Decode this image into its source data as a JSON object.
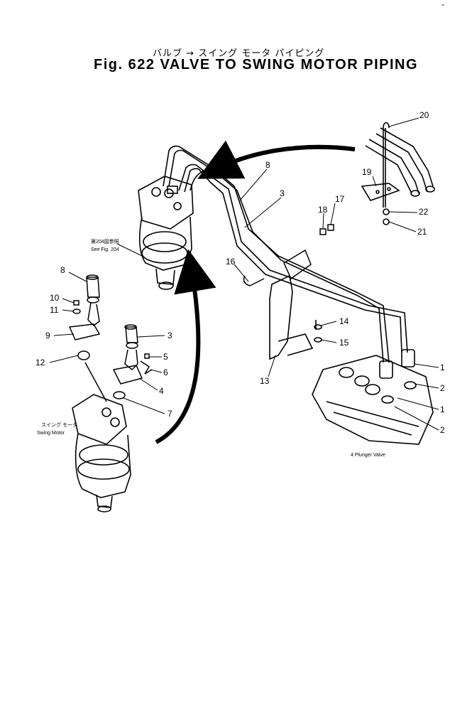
{
  "header": {
    "japanese_subtitle": "バルブ → スイング モータ パイピング",
    "title": "Fig. 622  VALVE TO SWING MOTOR PIPING"
  },
  "callouts": {
    "c1": "1",
    "c2": "2",
    "c3": "3",
    "c4": "4",
    "c5": "5",
    "c6": "6",
    "c7": "7",
    "c8": "8",
    "c9": "9",
    "c10": "10",
    "c11": "11",
    "c12": "12",
    "c13": "13",
    "c14": "14",
    "c15": "15",
    "c16": "16",
    "c17": "17",
    "c18": "18",
    "c19": "19",
    "c20": "20",
    "c21": "21",
    "c22": "22"
  },
  "labels": {
    "see_fig_jp": "第204図参照",
    "see_fig": "See Fig. 204",
    "swing_motor_jp": "スイング モータ",
    "swing_motor": "Swing Motor",
    "plunger_valve": "4 Plunger Valve"
  },
  "corner_mark": "-"
}
